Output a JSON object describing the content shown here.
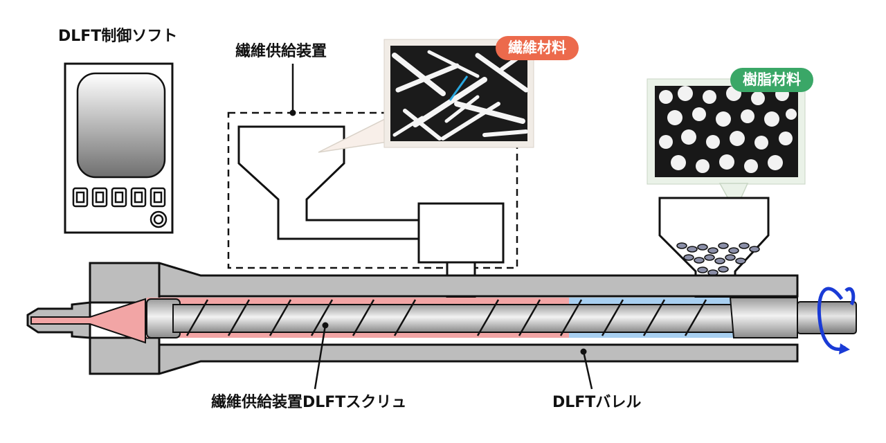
{
  "labels": {
    "software": "DLFT制御ソフト",
    "feeder": "繊維供給装置",
    "screw": "繊維供給装置DLFTスクリュ",
    "barrel": "DLFTバレル"
  },
  "badges": {
    "fiber": {
      "text": "繊維材料",
      "color": "#ec6a4c"
    },
    "resin": {
      "text": "樹脂材料",
      "color": "#3aa767"
    }
  },
  "colors": {
    "melt_zone": "#f2a5a5",
    "solid_zone": "#a8cff0",
    "metal": "#bdbdbd",
    "rotation_arrow": "#1a3bd6"
  },
  "icons": [
    "controller-device-icon",
    "rotation-arrow-icon",
    "hopper-icon"
  ]
}
